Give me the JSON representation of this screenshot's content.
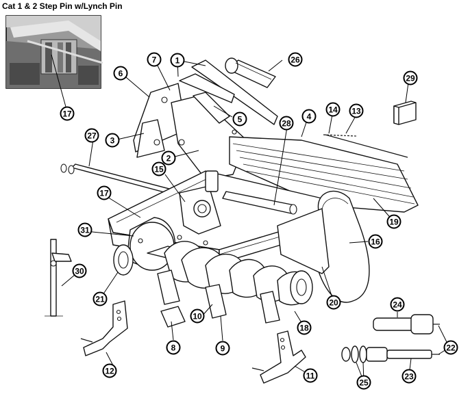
{
  "inset": {
    "title": "Cat 1 & 2 Step Pin w/Lynch Pin"
  },
  "callouts": [
    {
      "id": "c1",
      "label": "1"
    },
    {
      "id": "c2",
      "label": "2"
    },
    {
      "id": "c3",
      "label": "3"
    },
    {
      "id": "c4",
      "label": "4"
    },
    {
      "id": "c5",
      "label": "5"
    },
    {
      "id": "c6",
      "label": "6"
    },
    {
      "id": "c7",
      "label": "7"
    },
    {
      "id": "c8",
      "label": "8"
    },
    {
      "id": "c9",
      "label": "9"
    },
    {
      "id": "c10",
      "label": "10"
    },
    {
      "id": "c11",
      "label": "11"
    },
    {
      "id": "c12",
      "label": "12"
    },
    {
      "id": "c13",
      "label": "13"
    },
    {
      "id": "c14",
      "label": "14"
    },
    {
      "id": "c15",
      "label": "15"
    },
    {
      "id": "c16",
      "label": "16"
    },
    {
      "id": "c17a",
      "label": "17"
    },
    {
      "id": "c17b",
      "label": "17"
    },
    {
      "id": "c18",
      "label": "18"
    },
    {
      "id": "c19",
      "label": "19"
    },
    {
      "id": "c20",
      "label": "20"
    },
    {
      "id": "c21",
      "label": "21"
    },
    {
      "id": "c22",
      "label": "22"
    },
    {
      "id": "c23",
      "label": "23"
    },
    {
      "id": "c24",
      "label": "24"
    },
    {
      "id": "c25",
      "label": "25"
    },
    {
      "id": "c26",
      "label": "26"
    },
    {
      "id": "c27",
      "label": "27"
    },
    {
      "id": "c28",
      "label": "28"
    },
    {
      "id": "c29",
      "label": "29"
    },
    {
      "id": "c30",
      "label": "30"
    },
    {
      "id": "c31",
      "label": "31"
    }
  ]
}
